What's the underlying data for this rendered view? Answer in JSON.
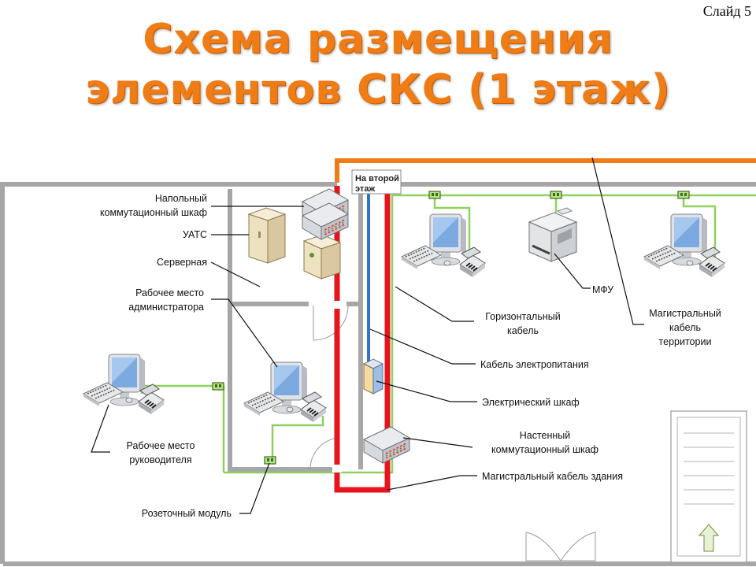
{
  "slide_label": "Слайд 5",
  "title": {
    "line1": "Схема размещения",
    "line2": "элементов СКС (1 этаж)"
  },
  "labels": {
    "floor_cabinet_l1": "Напольный",
    "floor_cabinet_l2": "коммутационный шкаф",
    "pbx": "УАТС",
    "server_room": "Серверная",
    "admin_ws_l1": "Рабочее место",
    "admin_ws_l2": "администратора",
    "manager_ws_l1": "Рабочее место",
    "manager_ws_l2": "руководителя",
    "outlet_module": "Розеточный модуль",
    "second_floor_l1": "На второй",
    "second_floor_l2": "этаж",
    "mfu": "МФУ",
    "horizontal_cable_l1": "Горизонтальный",
    "horizontal_cable_l2": "кабель",
    "backbone_territory_l1": "Магистральный",
    "backbone_territory_l2": "кабель",
    "backbone_territory_l3": "территории",
    "power_cable": "Кабель электропитания",
    "electrical_cabinet": "Электрический шкаф",
    "wall_cabinet_l1": "Настенный",
    "wall_cabinet_l2": "коммутационный шкаф",
    "backbone_building": "Магистральный кабель здания"
  },
  "colors": {
    "title": "#f07c16",
    "wall": "#a6a6a6",
    "backbone": "#e8141c",
    "power": "#2e75c8",
    "horizontal": "#8fd15e",
    "territory": "#f07c16"
  },
  "icons": [
    "computer-icon",
    "keyboard-icon",
    "phone-icon",
    "server-rack-icon",
    "pbx-cabinet-icon",
    "printer-icon",
    "electrical-cabinet-icon",
    "wall-switch-cabinet-icon",
    "outlet-module-icon",
    "stairs-icon"
  ]
}
